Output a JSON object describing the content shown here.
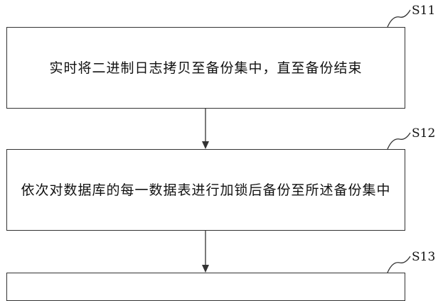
{
  "steps": [
    {
      "id": "S11",
      "text": "实时将二进制日志拷贝至备份集中，直至备份结束"
    },
    {
      "id": "S12",
      "text": "依次对数据库的每一数据表进行加锁后备份至所述备份集中"
    },
    {
      "id": "S13",
      "text": ""
    }
  ],
  "colors": {
    "stroke": "#333333",
    "text": "#111111",
    "background": "#ffffff"
  }
}
